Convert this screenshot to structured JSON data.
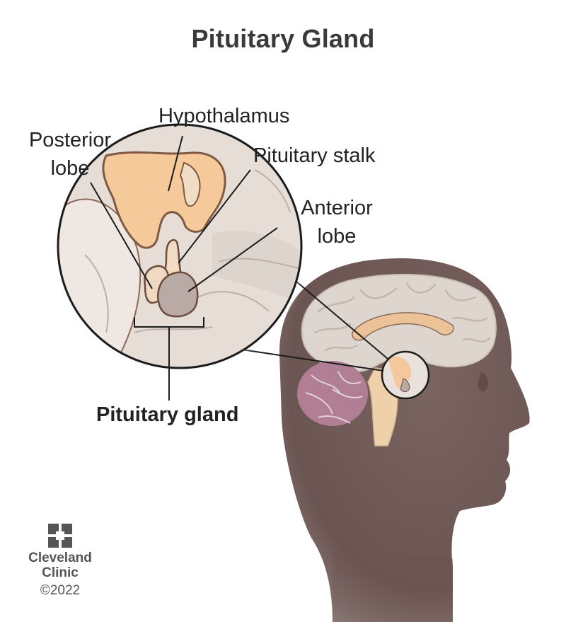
{
  "title": "Pituitary Gland",
  "labels": {
    "hypothalamus": "Hypothalamus",
    "posterior_lobe_line1": "Posterior",
    "posterior_lobe_line2": "lobe",
    "pituitary_stalk": "Pituitary stalk",
    "anterior_lobe_line1": "Anterior",
    "anterior_lobe_line2": "lobe",
    "pituitary_gland": "Pituitary gland"
  },
  "logo": {
    "line1": "Cleveland",
    "line2": "Clinic",
    "copyright": "©2022"
  },
  "colors": {
    "head": "#6b5552",
    "brain": "#e4dcd6",
    "hypothalamus": "#f6c99a",
    "gland": "#b9aaa5",
    "cerebellum": "#b58198",
    "outline": "#2b2b2b"
  }
}
